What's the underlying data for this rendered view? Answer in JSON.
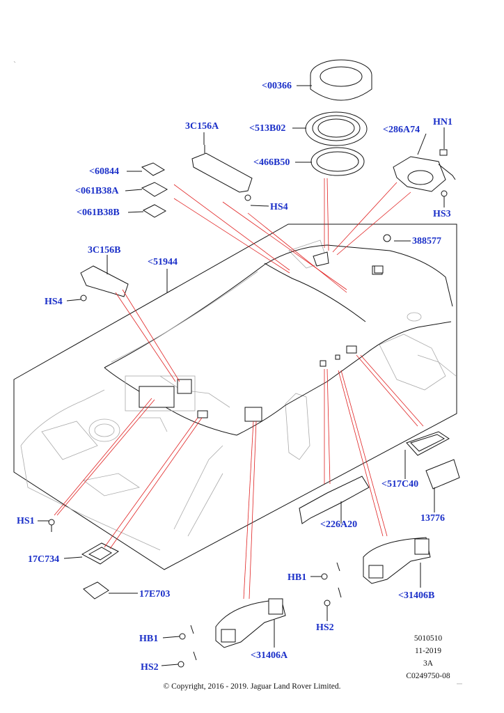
{
  "labels": {
    "l00366": "<00366",
    "l513b02": "<513B02",
    "l466b50": "<466B50",
    "l3c156a": "3C156A",
    "l286a74": "<286A74",
    "lhn1": "HN1",
    "lhs3": "HS3",
    "l60844": "<60844",
    "l061b38a": "<061B38A",
    "l061b38b": "<061B38B",
    "lhs4a": "HS4",
    "l388577": "388577",
    "l3c156b": "3C156B",
    "l51944": "<51944",
    "lhs4b": "HS4",
    "l517c40": "<517C40",
    "l13776": "13776",
    "l226a20": "<226A20",
    "lhs1": "HS1",
    "l17c734": "17C734",
    "l17e703": "17E703",
    "lhb1a": "HB1",
    "lhs2a": "HS2",
    "l31406b": "<31406B",
    "lhb1b": "HB1",
    "lhs2b": "HS2",
    "l31406a": "<31406A"
  },
  "meta": {
    "line1": "5010510",
    "line2": "11-2019",
    "line3": "3A",
    "line4": "C0249750-08"
  },
  "copyright": "© Copyright, 2016 - 2019. Jaguar Land Rover Limited."
}
